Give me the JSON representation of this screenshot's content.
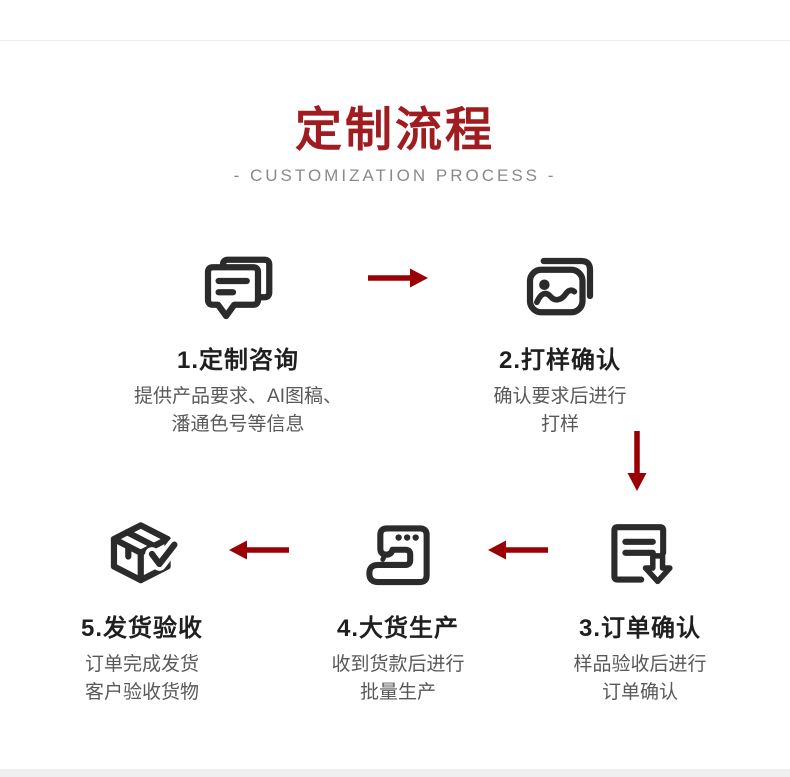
{
  "header": {
    "title": "定制流程",
    "subtitle": "- CUSTOMIZATION PROCESS -"
  },
  "steps": [
    {
      "icon": "chat-bubbles-icon",
      "title": "1.定制咨询",
      "desc1": "提供产品要求、AI图稿、",
      "desc2": "潘通色号等信息"
    },
    {
      "icon": "sample-images-icon",
      "title": "2.打样确认",
      "desc1": "确认要求后进行",
      "desc2": "打样"
    },
    {
      "icon": "order-document-icon",
      "title": "3.订单确认",
      "desc1": "样品验收后进行",
      "desc2": "订单确认"
    },
    {
      "icon": "sewing-machine-icon",
      "title": "4.大货生产",
      "desc1": "收到货款后进行",
      "desc2": "批量生产"
    },
    {
      "icon": "package-check-icon",
      "title": "5.发货验收",
      "desc1": "订单完成发货",
      "desc2": "客户验收货物"
    }
  ],
  "flow": {
    "arrows": [
      "right",
      "down",
      "left",
      "left"
    ]
  },
  "colors": {
    "title_red": "#9f1d21",
    "arrow_red": "#990105",
    "icon_dark": "#2b2b2b",
    "step_title_color": "#1f1f1f",
    "desc_gray": "#595959",
    "subtitle_gray": "#8a8a8a",
    "bottom_strip": "#efefef"
  }
}
